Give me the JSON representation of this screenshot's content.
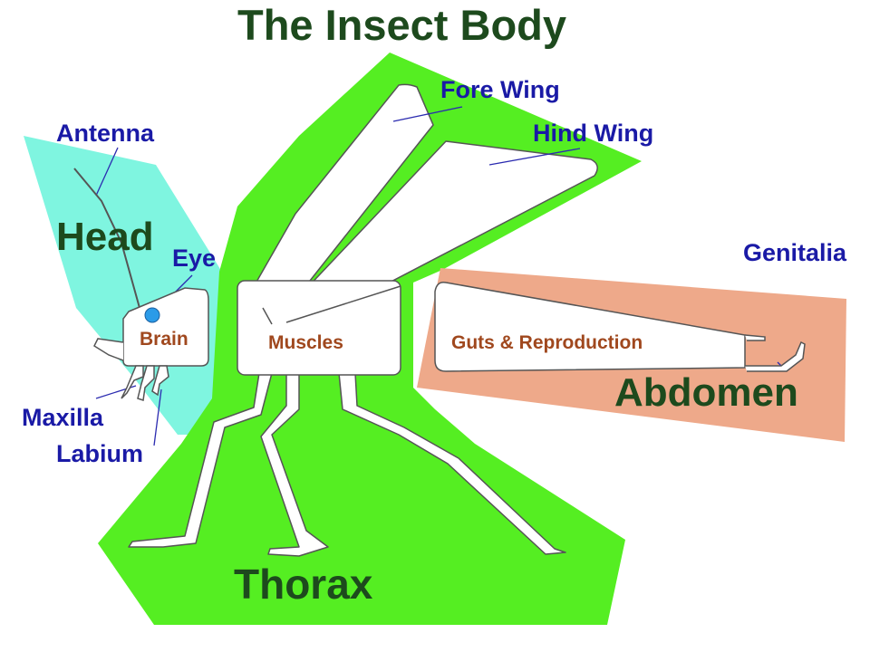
{
  "title": "The Insect Body",
  "regions": {
    "head": "Head",
    "thorax": "Thorax",
    "abdomen": "Abdomen"
  },
  "labels": {
    "antenna": "Antenna",
    "eye": "Eye",
    "maxilla": "Maxilla",
    "labium": "Labium",
    "fore_wing": "Fore Wing",
    "hind_wing": "Hind Wing",
    "genitalia": "Genitalia"
  },
  "inner_labels": {
    "brain": "Brain",
    "muscles": "Muscles",
    "guts": "Guts & Reproduction"
  },
  "colors": {
    "head_region": "#7ff5e0",
    "thorax_region": "#55ee22",
    "abdomen_region": "#eea98a",
    "label_text": "#1a1aa6",
    "region_text": "#1d4a1d",
    "inner_text": "#a0481e",
    "eye": "#2b9be8"
  }
}
